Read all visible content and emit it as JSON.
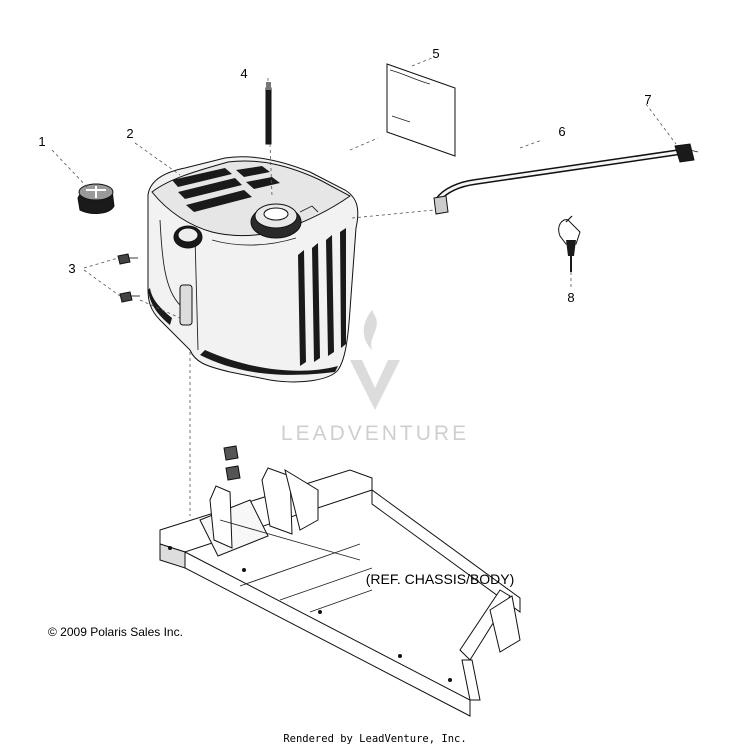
{
  "callouts": [
    {
      "id": "1",
      "label": "1"
    },
    {
      "id": "2",
      "label": "2"
    },
    {
      "id": "3",
      "label": "3"
    },
    {
      "id": "4",
      "label": "4"
    },
    {
      "id": "5",
      "label": "5"
    },
    {
      "id": "6",
      "label": "6"
    },
    {
      "id": "7",
      "label": "7"
    },
    {
      "id": "8",
      "label": "8"
    }
  ],
  "reference_label": "(REF. CHASSIS/BODY)",
  "copyright": "© 2009 Polaris Sales Inc.",
  "watermark": "LEADVENTURE",
  "footer": "Rendered by LeadVenture, Inc.",
  "colors": {
    "tank_fill": "#f2f2f2",
    "tank_shadow": "#1a1a1a",
    "watermark": "#cfcfcf"
  }
}
